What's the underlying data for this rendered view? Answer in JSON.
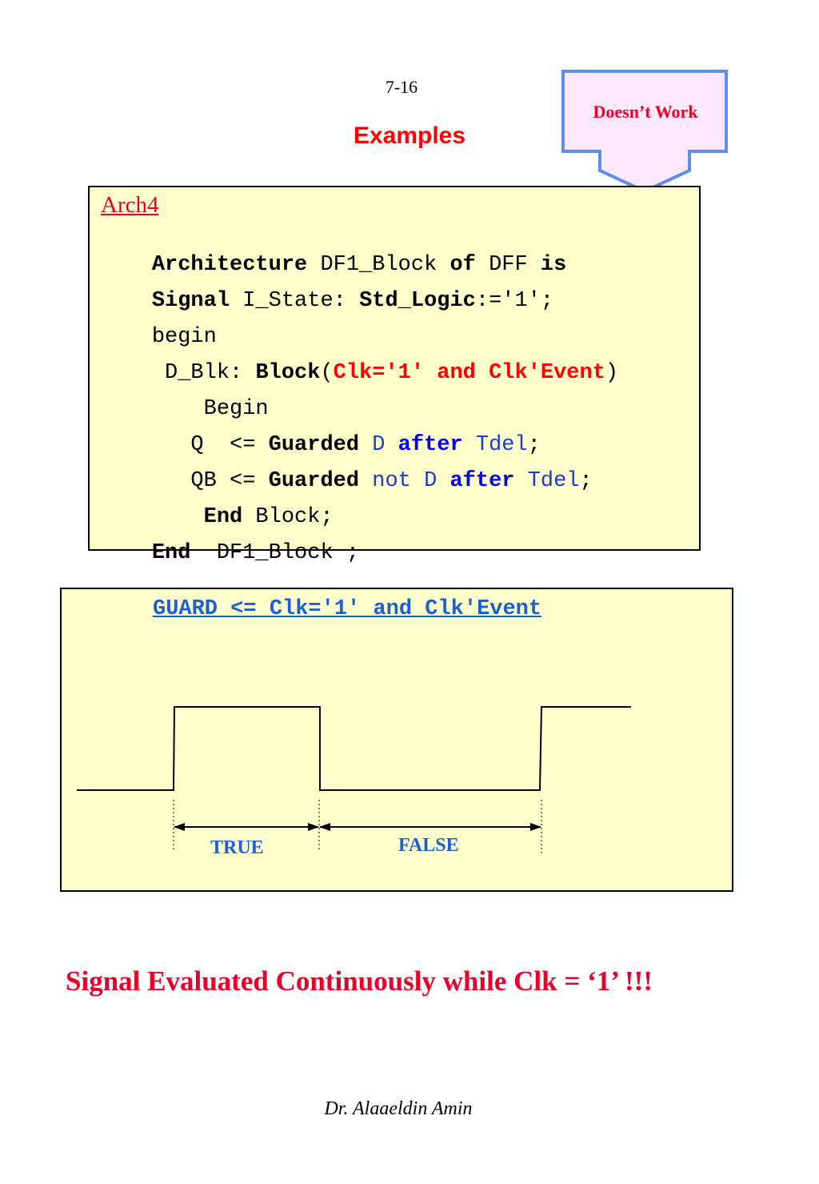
{
  "page_number": "7-16",
  "title": "Examples",
  "callout": {
    "text": "Doesn’t Work"
  },
  "code": {
    "label": "Arch4",
    "lines": {
      "l1": [
        "Architecture",
        " DF1_Block ",
        "of",
        " DFF ",
        "is"
      ],
      "l2": [
        "Signal",
        " I_State: ",
        "Std_Logic",
        ":='1';"
      ],
      "l3": [
        "begin"
      ],
      "l4": [
        " D_Blk: ",
        "Block",
        "(",
        "Clk='1' and Clk'Event",
        ")"
      ],
      "l5": [
        "    Begin"
      ],
      "l6": [
        "   Q  <= ",
        "Guarded",
        " ",
        "D",
        " ",
        "after",
        " ",
        "Tdel",
        ";"
      ],
      "l7": [
        "   QB <= ",
        "Guarded",
        " ",
        "not D",
        " ",
        "after",
        " ",
        "Tdel",
        ";"
      ],
      "l8": [
        "    ",
        "End",
        " Block;"
      ],
      "l9": [
        "End",
        "  DF1_Block ;"
      ]
    }
  },
  "timing": {
    "expression": "GUARD <= Clk='1' and Clk'Event",
    "true_label": "TRUE",
    "false_label": "FALSE"
  },
  "conclusion": "Signal Evaluated Continuously while Clk = ‘1’ !!!",
  "author": "Dr. Alaaeldin Amin",
  "colors": {
    "title_red": "#ff0000",
    "label_blue": "#1a5fd8",
    "box_fill": "#ffffcc",
    "callout_fill": "#fde9fb",
    "callout_border": "#5b8ef0"
  }
}
